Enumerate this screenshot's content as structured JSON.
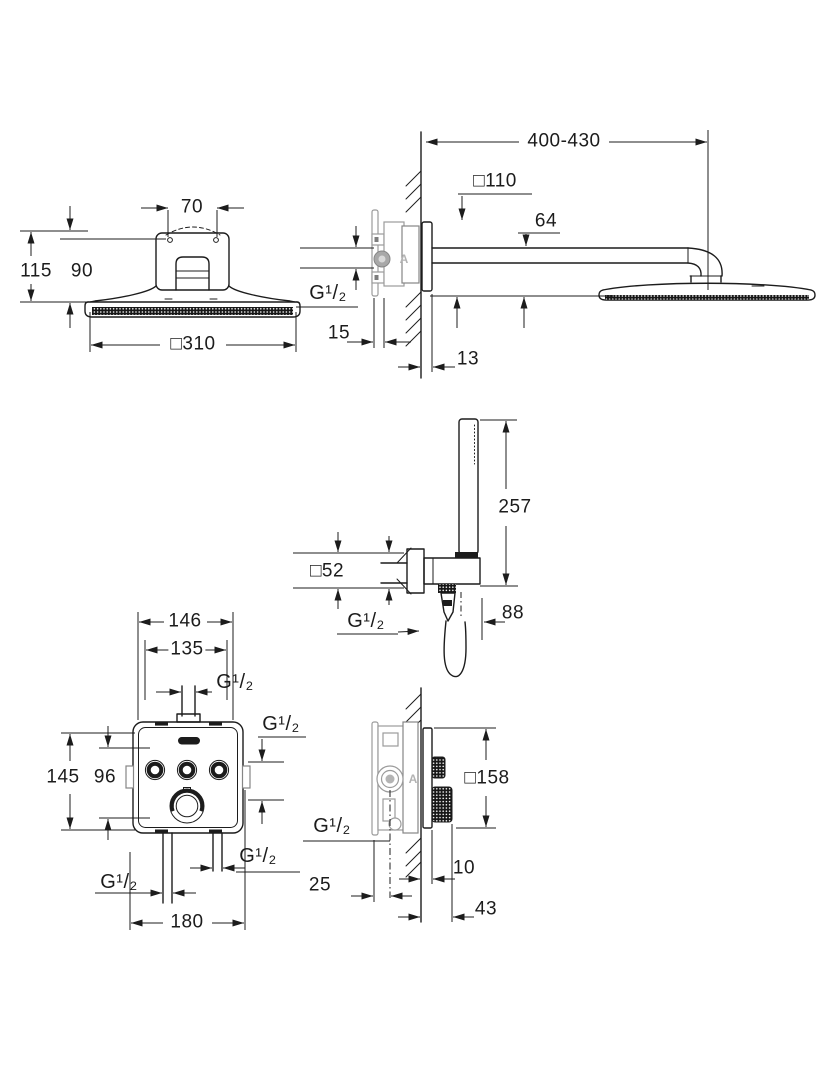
{
  "drawing": {
    "description": "Concealed thermostatic shower system installation drawing with five dimensioned views",
    "line_color": "#1c1c1c",
    "grey_part_color": "#9b9b9b",
    "figures": {
      "head_shower_front": {
        "title": "head shower front view",
        "dims": {
          "arm_hole_spacing": "70",
          "height_total": "115",
          "height_body": "90",
          "head_size": "□310"
        }
      },
      "head_shower_side": {
        "title": "head shower side view with shower arm and rough-in",
        "marker": "A",
        "dims": {
          "arm_projection": "400-430",
          "wall_plate_size": "□110",
          "arm_drop": "64",
          "thread": "G¹/₂",
          "rough_in_depth": "15",
          "plate_depth": "13"
        }
      },
      "hand_shower": {
        "title": "hand shower with wall holder side view",
        "dims": {
          "hand_shower_length": "257",
          "holder_plate_size": "□52",
          "thread": "G¹/₂",
          "projection": "88"
        }
      },
      "thermostat_front": {
        "title": "thermostat trim front view",
        "dims": {
          "width_upper": "146",
          "width_inner": "135",
          "thread_top": "G¹/₂",
          "thread_right": "G¹/₂",
          "height_outer": "145",
          "height_inner": "96",
          "thread_bottom_right": "G¹/₂",
          "thread_bottom_left": "G¹/₂",
          "width_lower": "180"
        }
      },
      "thermostat_side": {
        "title": "thermostat rough-in side view",
        "marker": "A",
        "dims": {
          "plate_size": "□158",
          "thread": "G¹/₂",
          "plate_depth": "10",
          "valve_center_depth": "25",
          "knob_projection": "43"
        }
      }
    }
  }
}
